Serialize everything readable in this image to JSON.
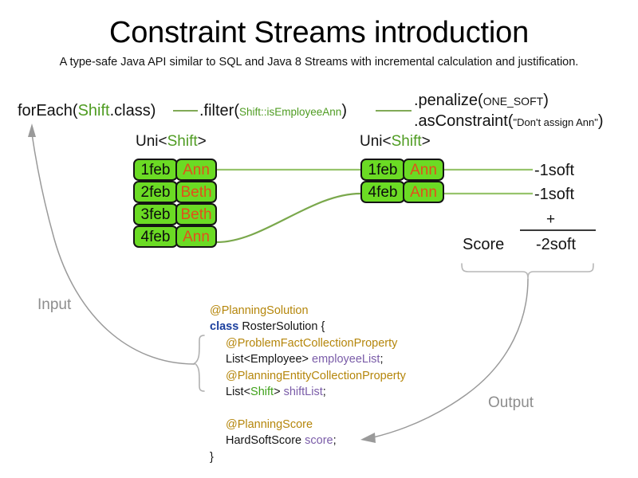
{
  "header": {
    "title": "Constraint Streams introduction",
    "subtitle": "A type-safe Java API similar to SQL and Java 8 Streams with incremental calculation and justification."
  },
  "colors": {
    "fact_fill": "#6bdb24",
    "fact_border": "#141414",
    "name_text": "#e2501b",
    "type_green": "#4f9c22",
    "connector_green": "#9ccb6e",
    "annotation_orange": "#b5860b",
    "keyword_blue": "#1b3f9e",
    "field_purple": "#7a5ca8",
    "flow_gray": "#8d8d8d"
  },
  "pipeline": {
    "foreach": {
      "prefix": "forEach(",
      "type": "Shift",
      "suffix": ".class)"
    },
    "filter": {
      "prefix": ".filter(",
      "method_ref": "Shift::isEmployeeAnn",
      "suffix": ")"
    },
    "penalize": {
      "prefix": ".penalize(",
      "arg": "ONE_SOFT",
      "suffix": ")"
    },
    "as_constraint": {
      "prefix": ".asConstraint(",
      "arg": "\"Don't assign Ann\"",
      "suffix": ")"
    }
  },
  "streams": {
    "left": {
      "header": {
        "prefix": "Uni<",
        "type": "Shift",
        "suffix": ">"
      },
      "rows": [
        {
          "date": "1feb",
          "employee": "Ann"
        },
        {
          "date": "2feb",
          "employee": "Beth"
        },
        {
          "date": "3feb",
          "employee": "Beth"
        },
        {
          "date": "4feb",
          "employee": "Ann"
        }
      ]
    },
    "right": {
      "header": {
        "prefix": "Uni<",
        "type": "Shift",
        "suffix": ">"
      },
      "rows": [
        {
          "date": "1feb",
          "employee": "Ann"
        },
        {
          "date": "4feb",
          "employee": "Ann"
        }
      ]
    }
  },
  "score": {
    "penalties": [
      "-1soft",
      "-1soft"
    ],
    "operator": "+",
    "label": "Score",
    "total": "-2soft"
  },
  "code": {
    "lines": [
      {
        "indent": 0,
        "tokens": [
          {
            "text": "@PlanningSolution",
            "style": "anno"
          }
        ]
      },
      {
        "indent": 0,
        "tokens": [
          {
            "text": "class",
            "style": "kw"
          },
          {
            "text": " RosterSolution {",
            "style": "plain"
          }
        ]
      },
      {
        "indent": 1,
        "tokens": [
          {
            "text": "@ProblemFactCollectionProperty",
            "style": "anno"
          }
        ]
      },
      {
        "indent": 1,
        "tokens": [
          {
            "text": "List<Employee> ",
            "style": "plain"
          },
          {
            "text": "employeeList",
            "style": "fld"
          },
          {
            "text": ";",
            "style": "plain"
          }
        ]
      },
      {
        "indent": 1,
        "tokens": [
          {
            "text": "@PlanningEntityCollectionProperty",
            "style": "anno"
          }
        ]
      },
      {
        "indent": 1,
        "tokens": [
          {
            "text": "List<",
            "style": "plain"
          },
          {
            "text": "Shift",
            "style": "gtype"
          },
          {
            "text": "> ",
            "style": "plain"
          },
          {
            "text": "shiftList",
            "style": "fld"
          },
          {
            "text": ";",
            "style": "plain"
          }
        ]
      },
      {
        "indent": 0,
        "tokens": [
          {
            "text": "",
            "style": "plain"
          }
        ]
      },
      {
        "indent": 1,
        "tokens": [
          {
            "text": "@PlanningScore",
            "style": "anno"
          }
        ]
      },
      {
        "indent": 1,
        "tokens": [
          {
            "text": "HardSoftScore ",
            "style": "plain"
          },
          {
            "text": "score",
            "style": "fld"
          },
          {
            "text": ";",
            "style": "plain"
          }
        ]
      },
      {
        "indent": 0,
        "tokens": [
          {
            "text": "}",
            "style": "plain"
          }
        ]
      }
    ]
  },
  "flow": {
    "input_label": "Input",
    "output_label": "Output"
  }
}
